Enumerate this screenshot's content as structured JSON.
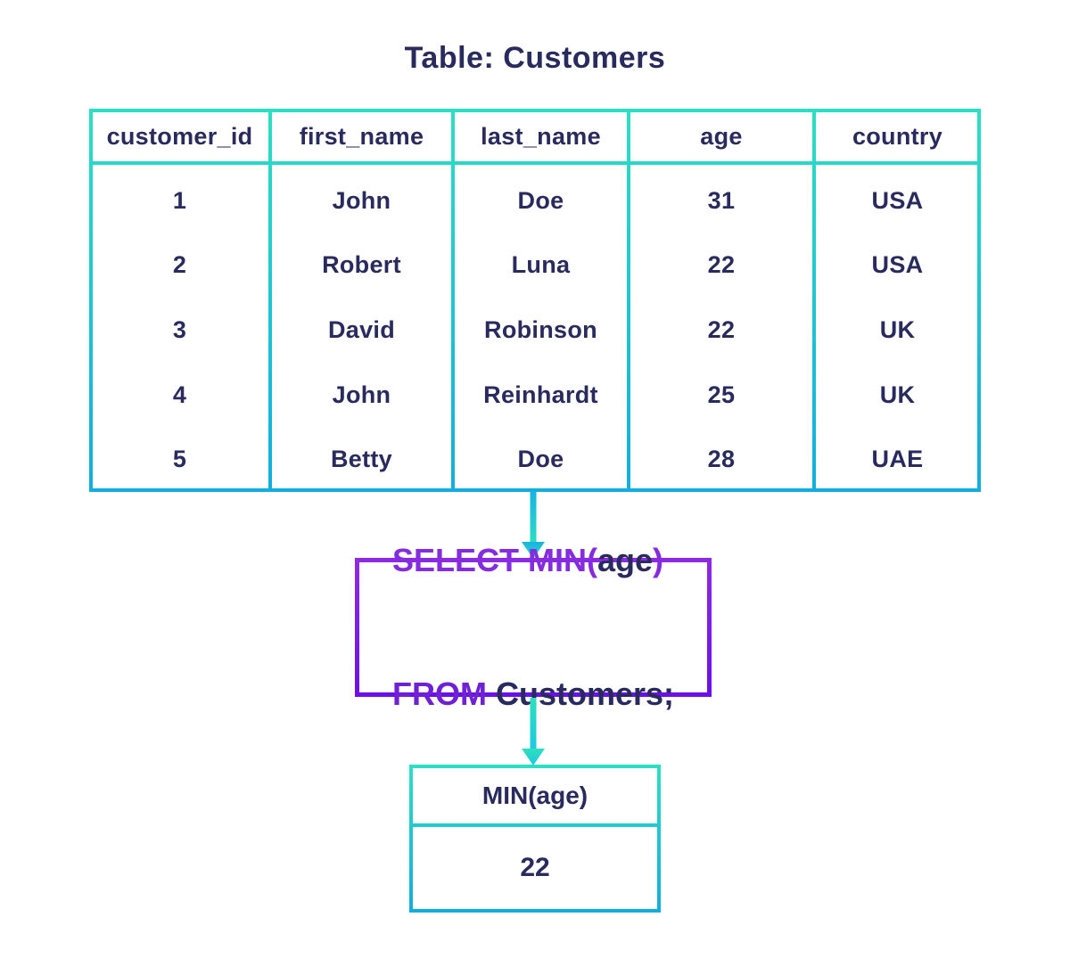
{
  "title": "Table: Customers",
  "table": {
    "name": "Customers",
    "columns": [
      "customer_id",
      "first_name",
      "last_name",
      "age",
      "country"
    ],
    "rows": [
      [
        "1",
        "John",
        "Doe",
        "31",
        "USA"
      ],
      [
        "2",
        "Robert",
        "Luna",
        "22",
        "USA"
      ],
      [
        "3",
        "David",
        "Robinson",
        "22",
        "UK"
      ],
      [
        "4",
        "John",
        "Reinhardt",
        "25",
        "UK"
      ],
      [
        "5",
        "Betty",
        "Doe",
        "28",
        "UAE"
      ]
    ]
  },
  "query": {
    "select_keyword": "SELECT MIN(",
    "select_arg": "age",
    "select_close": ")",
    "from_keyword": "FROM",
    "from_arg": " Customers;"
  },
  "result": {
    "header": "MIN(age)",
    "value": "22"
  },
  "colors": {
    "text_navy": "#292a5e",
    "keyword_purple_light": "#852be0",
    "keyword_purple_dark": "#7021d5",
    "border_teal_top": "#2bdfc4",
    "border_blue_bottom": "#12addf",
    "purple_border_top": "#8e2ae4",
    "purple_border_bottom": "#6a11e8"
  }
}
